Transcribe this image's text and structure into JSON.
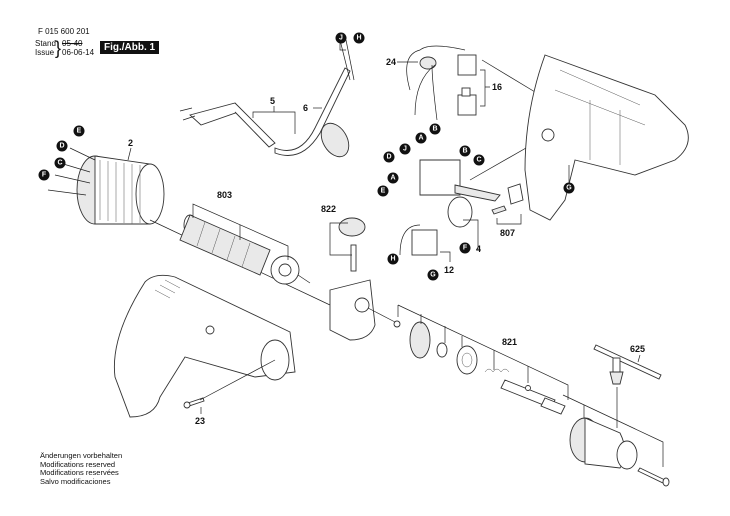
{
  "header": {
    "part_number": "F 015 600 201",
    "stand_label": "Stand",
    "stand_value": "05-40",
    "issue_label": "Issue",
    "issue_value": "06-06-14",
    "figure_label": "Fig./Abb. 1"
  },
  "notes": [
    "Änderungen vorbehalten",
    "Modifications reserved",
    "Modifications reservées",
    "Salvo modificaciones"
  ],
  "part_labels": {
    "p2": "2",
    "p4": "4",
    "p5": "5",
    "p6": "6",
    "p12": "12",
    "p16": "16",
    "p23": "23",
    "p24": "24",
    "p625": "625",
    "p803": "803",
    "p807": "807",
    "p821": "821",
    "p822": "822"
  },
  "connector_badges": {
    "cord_j": "J",
    "cord_h": "H",
    "stator_e": "E",
    "stator_d": "D",
    "stator_c": "C",
    "stator_f": "F",
    "wire_a": "A",
    "wire_b": "B",
    "switch_d": "D",
    "switch_j": "J",
    "switch_b": "B",
    "switch_c": "C",
    "switch_a": "A",
    "switch_e": "E",
    "switch_f": "F",
    "switch_h": "H",
    "switch_g": "G",
    "housing_g": "G"
  }
}
